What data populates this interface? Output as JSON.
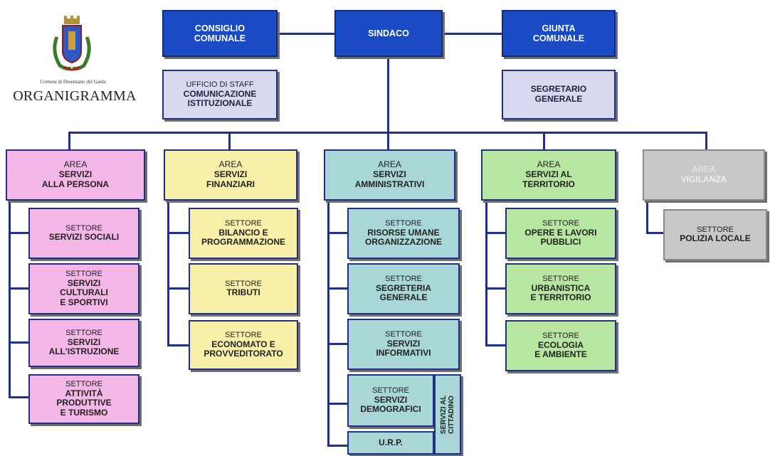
{
  "header": {
    "municipality": "Comune di Desenzano del Garda",
    "title": "ORGANIGRAMMA"
  },
  "top": {
    "consiglio": [
      "CONSIGLIO",
      "COMUNALE"
    ],
    "sindaco": "SINDACO",
    "giunta": [
      "GIUNTA",
      "COMUNALE"
    ],
    "staff": {
      "label": "UFFICIO DI STAFF",
      "name": [
        "COMUNICAZIONE",
        "ISTITUZIONALE"
      ]
    },
    "segretario": [
      "SEGRETARIO",
      "GENERALE"
    ]
  },
  "areas": [
    {
      "label": "AREA",
      "name": [
        "SERVIZI",
        "ALLA PERSONA"
      ]
    },
    {
      "label": "AREA",
      "name": [
        "SERVIZI",
        "FINANZIARI"
      ]
    },
    {
      "label": "AREA",
      "name": [
        "SERVIZI",
        "AMMINISTRATIVI"
      ]
    },
    {
      "label": "AREA",
      "name": [
        "SERVIZI AL",
        "TERRITORIO"
      ]
    },
    {
      "label": "AREA",
      "name": [
        "VIGILANZA"
      ]
    }
  ],
  "settore_label": "SETTORE",
  "sectors": {
    "persona": [
      [
        "SERVIZI SOCIALI"
      ],
      [
        "SERVIZI",
        "CULTURALI",
        "E SPORTIVI"
      ],
      [
        "SERVIZI",
        "ALL'ISTRUZIONE"
      ],
      [
        "ATTIVITÀ",
        "PRODUTTIVE",
        "E TURISMO"
      ]
    ],
    "finanziari": [
      [
        "BILANCIO E",
        "PROGRAMMAZIONE"
      ],
      [
        "TRIBUTI"
      ],
      [
        "ECONOMATO E",
        "PROVVEDITORATO"
      ]
    ],
    "amministrativi": [
      [
        "RISORSE UMANE",
        "ORGANIZZAZIONE"
      ],
      [
        "SEGRETERIA",
        "GENERALE"
      ],
      [
        "SERVIZI",
        "INFORMATIVI"
      ],
      [
        "SERVIZI",
        "DEMOGRAFICI"
      ]
    ],
    "urp": "U.R.P.",
    "servizi_cittadino": "SERVIZI AL\nCITTADINO",
    "territorio": [
      [
        "OPERE E LAVORI",
        "PUBBLICI"
      ],
      [
        "URBANISTICA",
        "E TERRITORIO"
      ],
      [
        "ECOLOGIA",
        "E AMBIENTE"
      ]
    ],
    "vigilanza": [
      [
        "POLIZIA LOCALE"
      ]
    ]
  },
  "colors": {
    "line": "#1f2f8a",
    "top_boxes": "#1a4bc4",
    "staff": "#d8d8ee",
    "persona": "#f4b6e6",
    "finanziari": "#f8f0a8",
    "amministrativi": "#a9d6d6",
    "territorio": "#b7e6a0",
    "vigilanza": "#c8c8c8"
  }
}
